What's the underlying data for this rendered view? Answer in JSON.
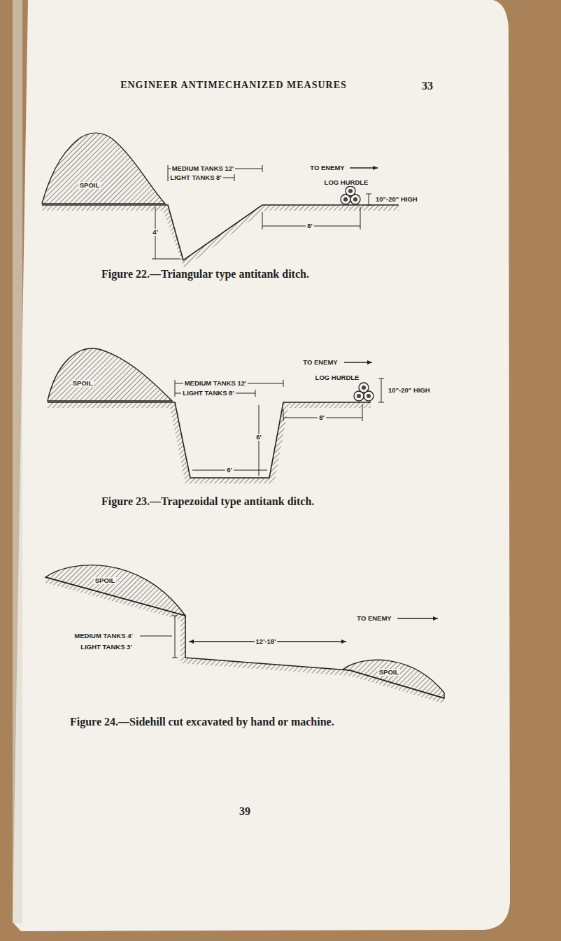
{
  "diagram": {
    "title": "ENGINEER ANTIMECHANIZED MEASURES",
    "labels": [
      "33",
      "SPOIL",
      "MEDIUM TANKS 12'",
      "LIGHT TANKS 8'",
      "TO ENEMY",
      "LOG HURDLE",
      "10\"-20\" HIGH",
      "4'",
      "8'",
      "Figure 22.—Triangular type antitank ditch.",
      "SPOIL",
      "MEDIUM TANKS 12'",
      "LIGHT TANKS 8'",
      "TO ENEMY",
      "LOG HURDLE",
      "10\"-20\" HIGH",
      "6'",
      "8'",
      "6'",
      "Figure 23.—Trapezoidal type antitank ditch.",
      "SPOIL",
      "MEDIUM TANKS 4'",
      "LIGHT TANKS 3'",
      "TO ENEMY",
      "12'-18'",
      "SPOIL",
      "Figure 24.—Sidehill cut excavated by hand or machine.",
      "39"
    ]
  }
}
